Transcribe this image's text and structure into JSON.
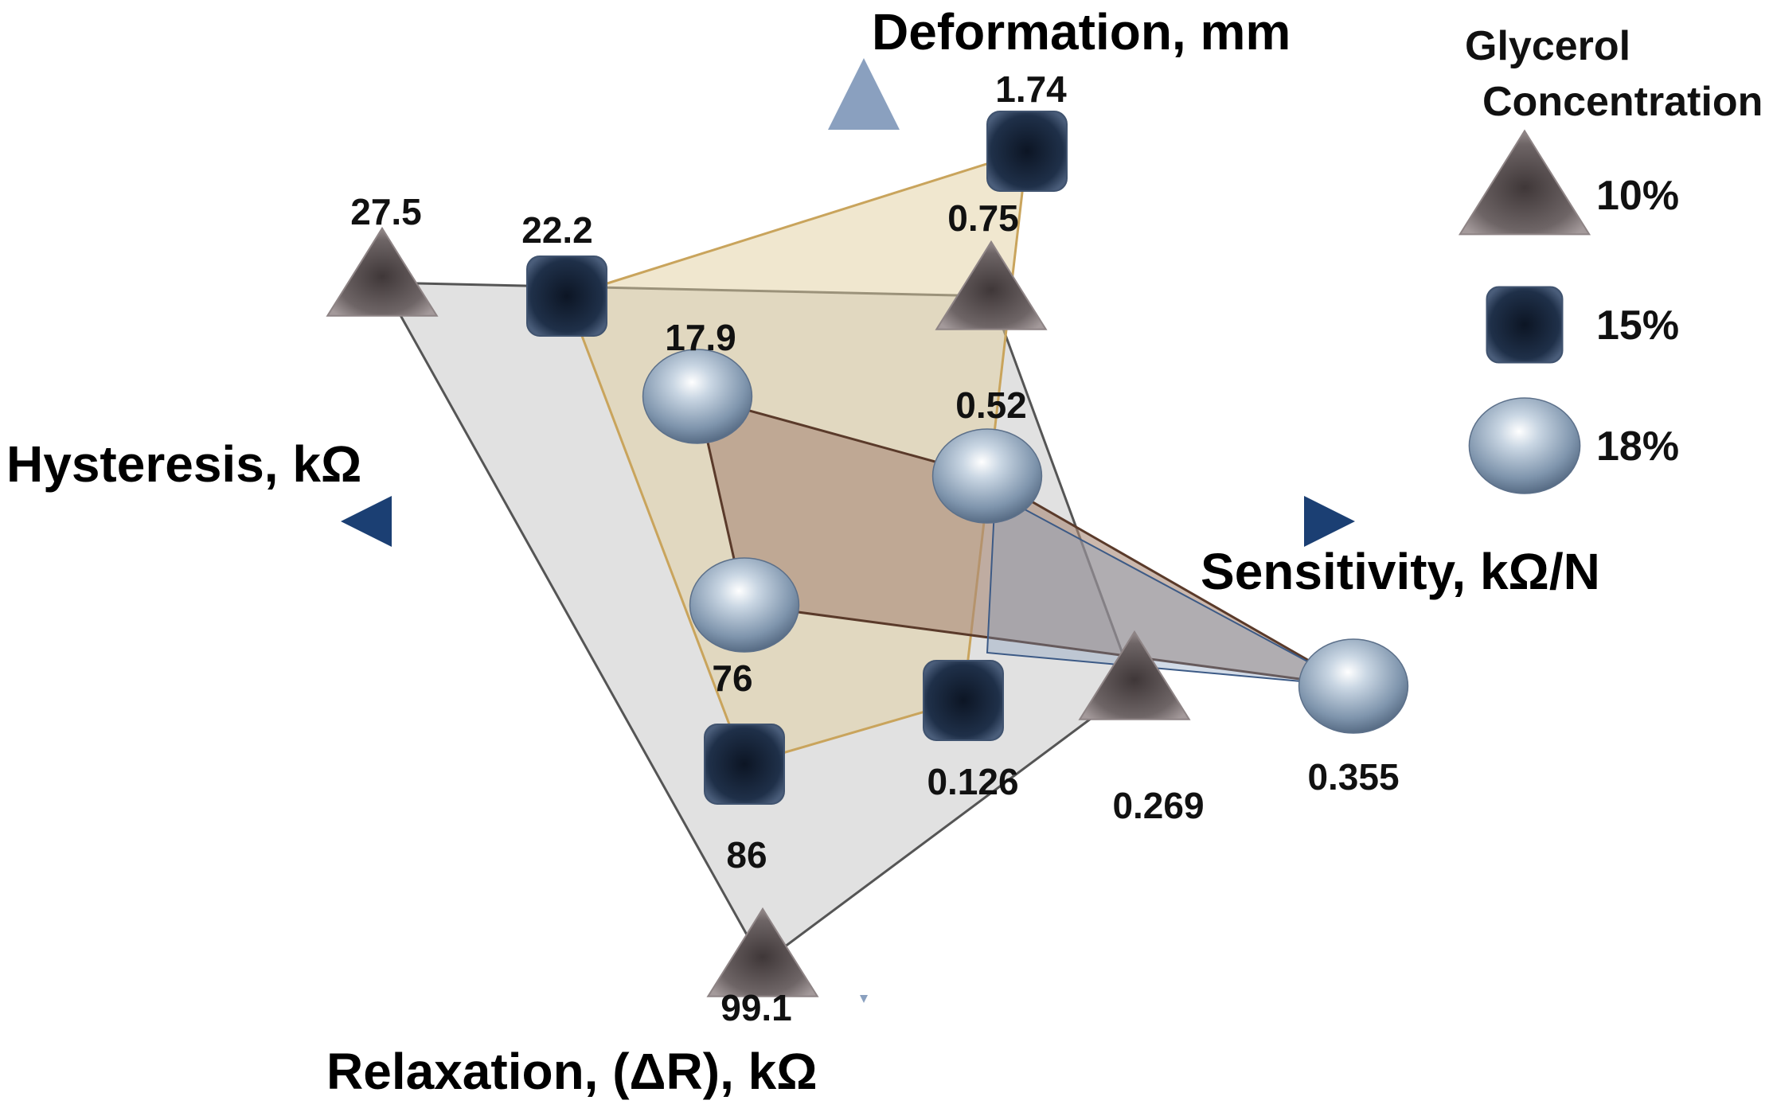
{
  "chart_data": {
    "type": "radar",
    "axes": [
      {
        "key": "deformation",
        "label": "Deformation, mm"
      },
      {
        "key": "sensitivity",
        "label": "Sensitivity,  kΩ/N"
      },
      {
        "key": "relaxation",
        "label": "Relaxation, (ΔR), kΩ"
      },
      {
        "key": "hysteresis",
        "label": "Hysteresis, kΩ"
      }
    ],
    "legend": {
      "title_line1": "Glycerol",
      "title_line2": "Concentration",
      "placement": "top-right"
    },
    "series": [
      {
        "name": "10%",
        "marker": "triangle",
        "color": "#6e6566",
        "fill": "#c9c9c9",
        "values": {
          "deformation": 0.75,
          "sensitivity": 0.269,
          "relaxation": 99.1,
          "hysteresis": 27.5
        },
        "labels": {
          "deformation": "0.75",
          "sensitivity": "0.269",
          "relaxation": "99.1",
          "hysteresis": "27.5"
        }
      },
      {
        "name": "15%",
        "marker": "square",
        "color": "#1f3049",
        "fill": "#e6d6b4",
        "values": {
          "deformation": 1.74,
          "sensitivity": 0.126,
          "relaxation": 86,
          "hysteresis": 22.2
        },
        "labels": {
          "deformation": "1.74",
          "sensitivity": "0.126",
          "relaxation": "86",
          "hysteresis": "22.2"
        }
      },
      {
        "name": "18%",
        "marker": "sphere",
        "color": "#9fb3c8",
        "fill": "#b49a8c",
        "values": {
          "deformation": 0.52,
          "sensitivity": 0.355,
          "relaxation": 76,
          "hysteresis": 17.9
        },
        "labels": {
          "deformation": "0.52",
          "sensitivity": "0.355",
          "relaxation": "76",
          "hysteresis": "17.9"
        }
      }
    ],
    "grid": false
  }
}
